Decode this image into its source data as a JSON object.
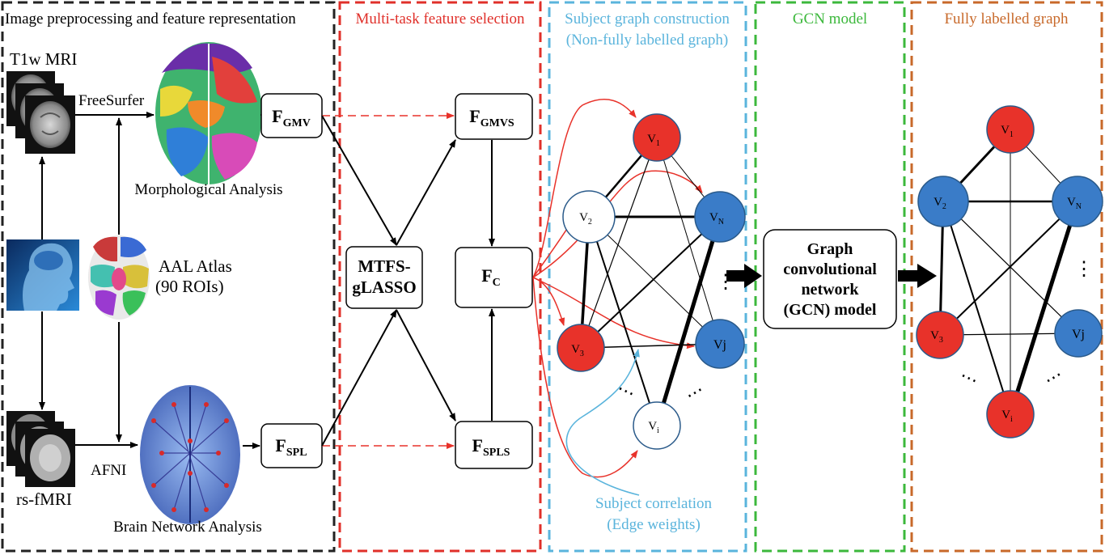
{
  "panels": {
    "preprocess": {
      "title": "Image preprocessing and feature representation",
      "color": "#222222"
    },
    "selection": {
      "title": "Multi-task feature selection",
      "color": "#e0302a"
    },
    "construction": {
      "title_line1": "Subject graph construction",
      "title_line2": "(Non-fully labelled graph)",
      "color": "#5ab4dc"
    },
    "gcn": {
      "title": "GCN model",
      "color": "#3cb83c"
    },
    "labelled": {
      "title": "Fully labelled graph",
      "color": "#c8692a"
    }
  },
  "preprocess": {
    "t1w_label": "T1w MRI",
    "freesurfer_label": "FreeSurfer",
    "morph_label": "Morphological Analysis",
    "aal_line1": "AAL Atlas",
    "aal_line2": "(90 ROIs)",
    "rsfmri_label": "rs-fMRI",
    "afni_label": "AFNI",
    "brain_net_label": "Brain Network Analysis"
  },
  "features": {
    "f": "F",
    "gmv_sub": "GMV",
    "spl_sub": "SPL",
    "gmvs_sub": "GMVS",
    "c_sub": "C",
    "spls_sub": "SPLS",
    "mtfs_line1": "MTFS-",
    "mtfs_line2": "gLASSO"
  },
  "graph": {
    "v": "V",
    "sub_1": "1",
    "sub_2": "2",
    "sub_3": "3",
    "sub_N": "N",
    "sub_j": "j",
    "sub_i": "i",
    "vj_label": "Vj",
    "correlation_line1": "Subject correlation",
    "correlation_line2": "(Edge weights)",
    "ellipsis": "⋯",
    "vertical_ellipsis": "⋮"
  },
  "gcn_box": {
    "line1": "Graph",
    "line2": "convolutional",
    "line3": "network",
    "line4": "(GCN) model"
  },
  "colors": {
    "node_red": "#e8322a",
    "node_blue": "#3a7cc8",
    "node_white": "#ffffff",
    "node_outline": "#2a5a8a",
    "arrow_red": "#e8322a",
    "arrow_blue": "#5ab4dc"
  }
}
